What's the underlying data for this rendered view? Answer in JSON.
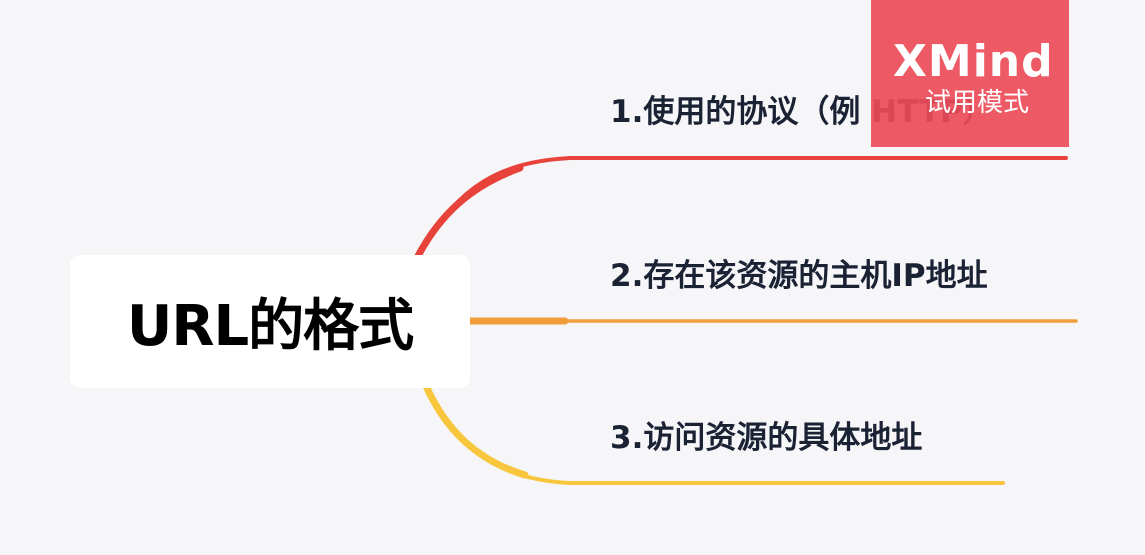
{
  "central": {
    "label": "URL的格式"
  },
  "branches": [
    {
      "label": "1.使用的协议（例 HTTP）",
      "color": "#e8433b"
    },
    {
      "label": "2.存在该资源的主机IP地址",
      "color": "#f29d3b"
    },
    {
      "label": "3.访问资源的具体地址",
      "color": "#f7c63d"
    }
  ],
  "watermark": {
    "brand": "XMind",
    "mode": "试用模式",
    "color": "#ec4b58"
  },
  "colors": {
    "background": "#f6f6f9",
    "topic_text": "#1a2233"
  }
}
